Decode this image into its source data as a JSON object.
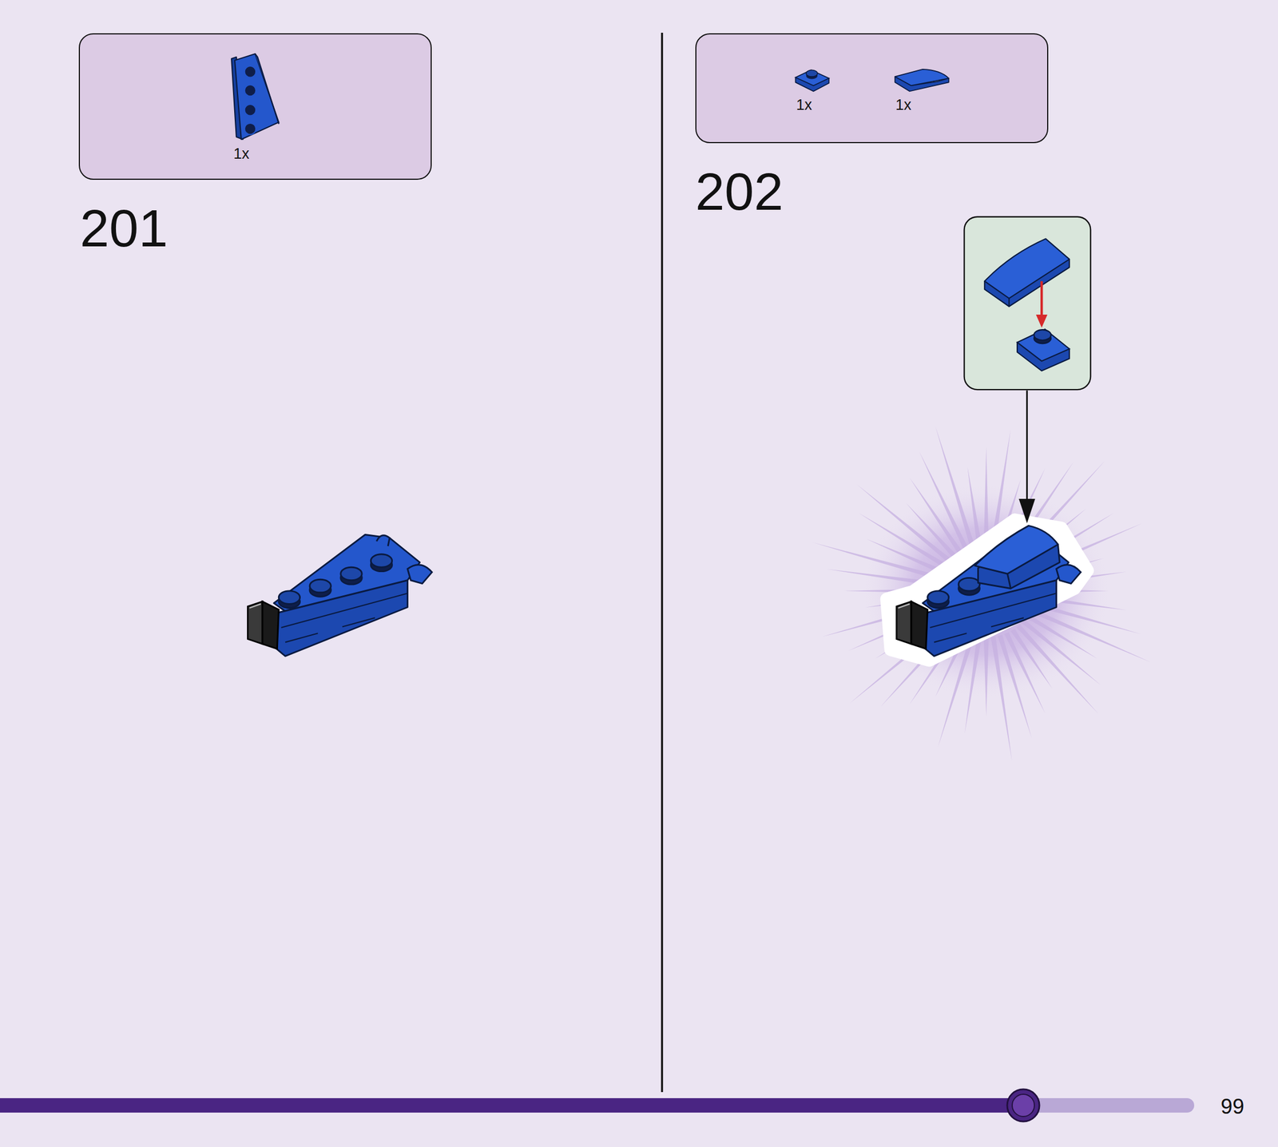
{
  "diagram": {
    "nodes": [
      {
        "text": [
          "1x"
        ]
      },
      {
        "text": [
          "1x",
          "1x"
        ]
      }
    ],
    "labels": [
      "201",
      "202",
      "99"
    ]
  }
}
